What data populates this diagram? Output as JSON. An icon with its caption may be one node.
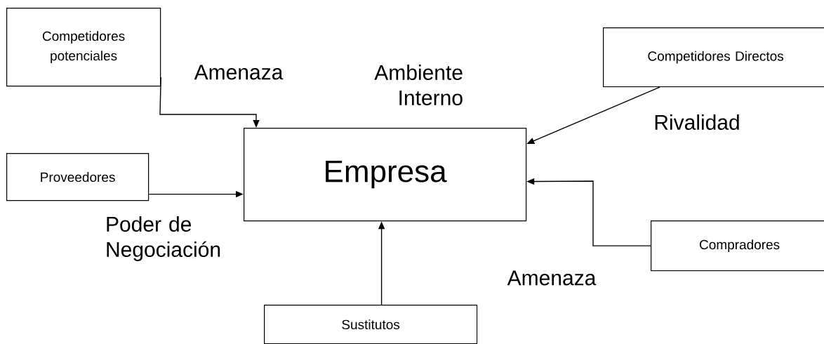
{
  "diagram": {
    "nodes": [
      {
        "text": [
          "Competidores potenciales"
        ]
      },
      {
        "text": [
          "Competidores Directos"
        ]
      },
      {
        "text": [
          "Empresa"
        ]
      },
      {
        "text": [
          "Proveedores"
        ]
      },
      {
        "text": [
          "Compradores"
        ]
      },
      {
        "text": [
          "Sustitutos"
        ]
      }
    ],
    "edges": [
      {
        "from": 0,
        "to": 2,
        "arrow": "to"
      },
      {
        "from": 1,
        "to": 2,
        "arrow": "to"
      },
      {
        "from": 3,
        "to": 2,
        "arrow": "to"
      },
      {
        "from": 4,
        "to": 2,
        "arrow": "to"
      },
      {
        "from": 5,
        "to": 2,
        "arrow": "to"
      }
    ],
    "labels": [
      "Amenaza",
      "Ambiente Interno",
      "Rivalidad",
      "Poder de Negociación",
      "Amenaza"
    ]
  }
}
